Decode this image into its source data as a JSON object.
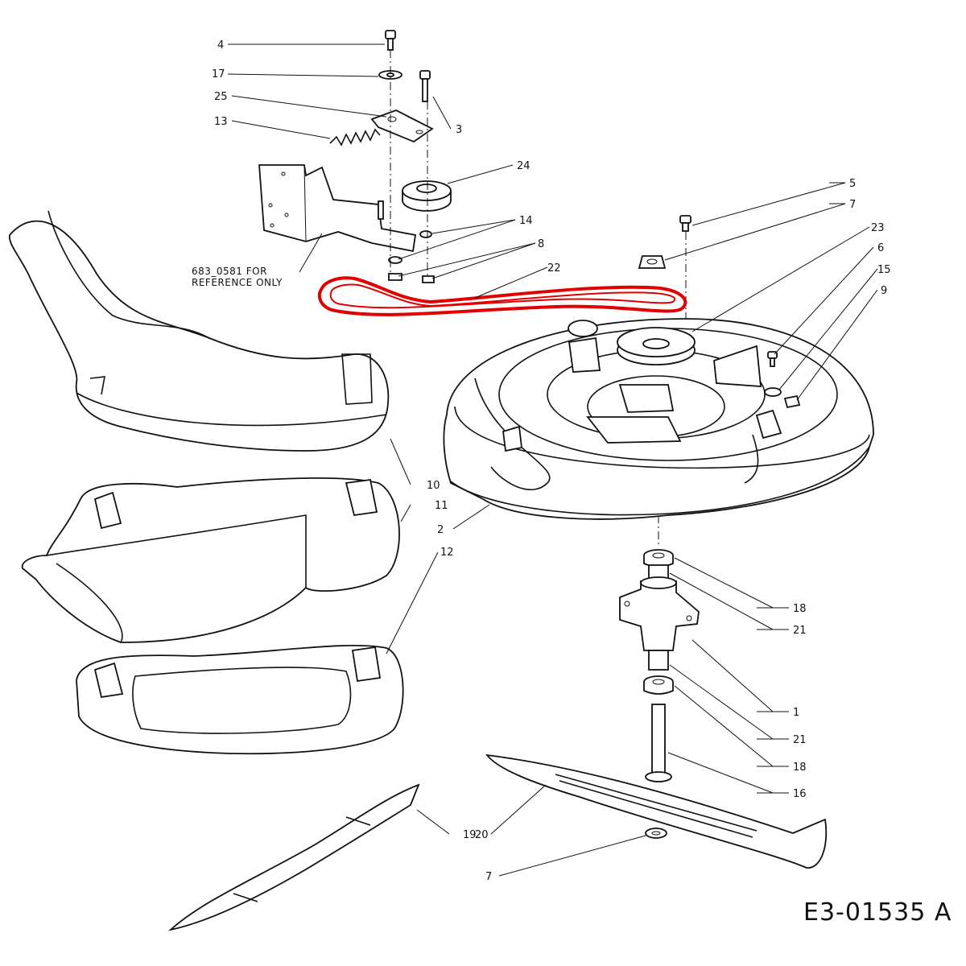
{
  "callouts": {
    "c4": "4",
    "c17": "17",
    "c25": "25",
    "c13": "13",
    "c3": "3",
    "c24": "24",
    "c14": "14",
    "c8": "8",
    "c22": "22",
    "c5": "5",
    "c7top": "7",
    "c23": "23",
    "c6": "6",
    "c15": "15",
    "c9": "9",
    "c10": "10",
    "c11": "11",
    "c2": "2",
    "c12": "12",
    "c18a": "18",
    "c21a": "21",
    "c1": "1",
    "c21b": "21",
    "c18b": "18",
    "c16": "16",
    "c20": "20",
    "c19": "19",
    "c7bot": "7"
  },
  "note": {
    "line1": "683_0581 FOR",
    "line2": "REFERENCE ONLY"
  },
  "diagram_code": "E3-01535 A",
  "colors": {
    "belt": "#e00000",
    "line": "#111111"
  }
}
